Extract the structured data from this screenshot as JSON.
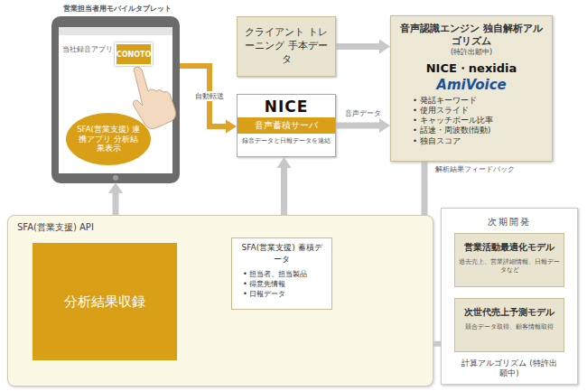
{
  "diagram": {
    "nodes": [
      {
        "text": [
          "営業担当者用モバイルタブレット",
          "当社録音アプリ"
        ]
      },
      {
        "text": [
          "CONOTO"
        ],
        "in": 0
      },
      {
        "text": [
          "SFA(営業支援) 連携アプリ 分析結果表示"
        ],
        "in": 0
      },
      {
        "text": [
          "クライアント トレーニング 手本データ"
        ]
      },
      {
        "text": [
          "NICE",
          "音声蓄積サーバ",
          "録音データと日報データを連結"
        ]
      },
      {
        "text": [
          "音声認識エンジン 独自解析アルゴリズム",
          "(特許出願中)",
          "NICE・nexidia",
          "AmiVoice",
          "• 発話キーワード",
          "• 使用スライド",
          "• キャッチボール比率",
          "• 話速・周波数(情動)",
          "• 独自スコア"
        ]
      },
      {
        "text": [
          "SFA(営業支援) API"
        ]
      },
      {
        "text": [
          "分析結果収録"
        ],
        "in": 6
      },
      {
        "text": [
          "SFA(営業支援) 蓄積データ",
          "• 担当者、担当製品",
          "• 得意先情報",
          "• 日報データ"
        ],
        "in": 6
      },
      {
        "text": [
          "次期開発",
          "計算アルゴリズム (特許出願中)"
        ]
      },
      {
        "text": [
          "営業活動最適化モデル",
          "過去売上、営業詳細情報、日報データなど"
        ],
        "in": 9
      },
      {
        "text": [
          "次世代売上予測モデル",
          "競合データ取得、顧客情報取得"
        ],
        "in": 9
      }
    ],
    "edges": [
      {
        "from": 0,
        "to": 4,
        "label": "自動転送",
        "arrow": "to"
      },
      {
        "from": 3,
        "to": 5,
        "arrow": "to"
      },
      {
        "from": 4,
        "to": 5,
        "label": "音声データ",
        "arrow": "to"
      },
      {
        "from": 5,
        "to": 7,
        "label": "解析結果フィードバック",
        "arrow": "to"
      },
      {
        "from": 9,
        "to": 7,
        "arrow": "to"
      },
      {
        "from": 8,
        "to": 4,
        "arrow": "to"
      },
      {
        "from": 6,
        "to": 0,
        "arrow": "to"
      }
    ]
  }
}
